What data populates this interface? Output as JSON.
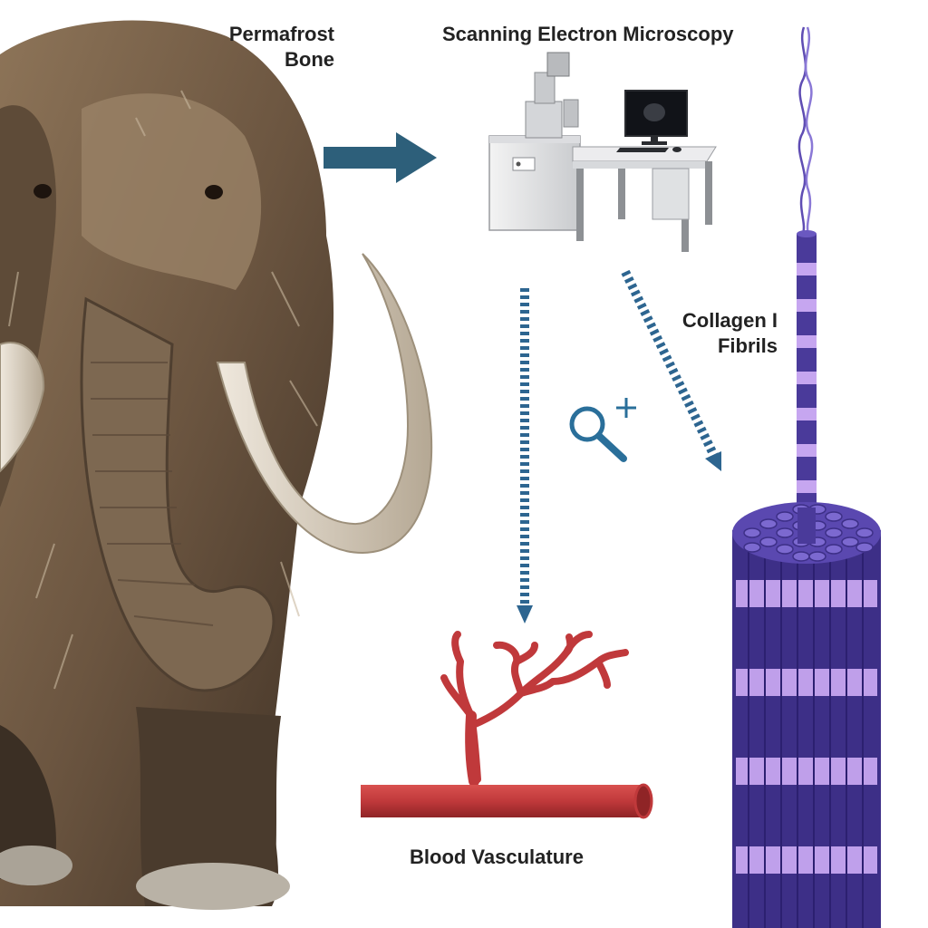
{
  "labels": {
    "bone_line1": "Permafrost",
    "bone_line2": "Bone",
    "sem": "Scanning Electron Microscopy",
    "collagen_line1": "Collagen I",
    "collagen_line2": "Fibrils",
    "blood": "Blood Vasculature"
  },
  "colors": {
    "arrow": "#2d5f7a",
    "dashed_arrow": "#2d6590",
    "vessel": "#c0393b",
    "vessel_dark": "#8f2426",
    "collagen_dark": "#4a3a9a",
    "collagen_light": "#c6a6f0",
    "magnifier": "#2a6f9a",
    "fur": "#7a6248",
    "tusk": "#d9cfc1"
  },
  "icons": {
    "mammoth": "woolly-mammoth-illustration",
    "microscope": "sem-microscope-illustration",
    "magnifier": "zoom-in-icon",
    "arrow": "right-arrow-icon"
  }
}
